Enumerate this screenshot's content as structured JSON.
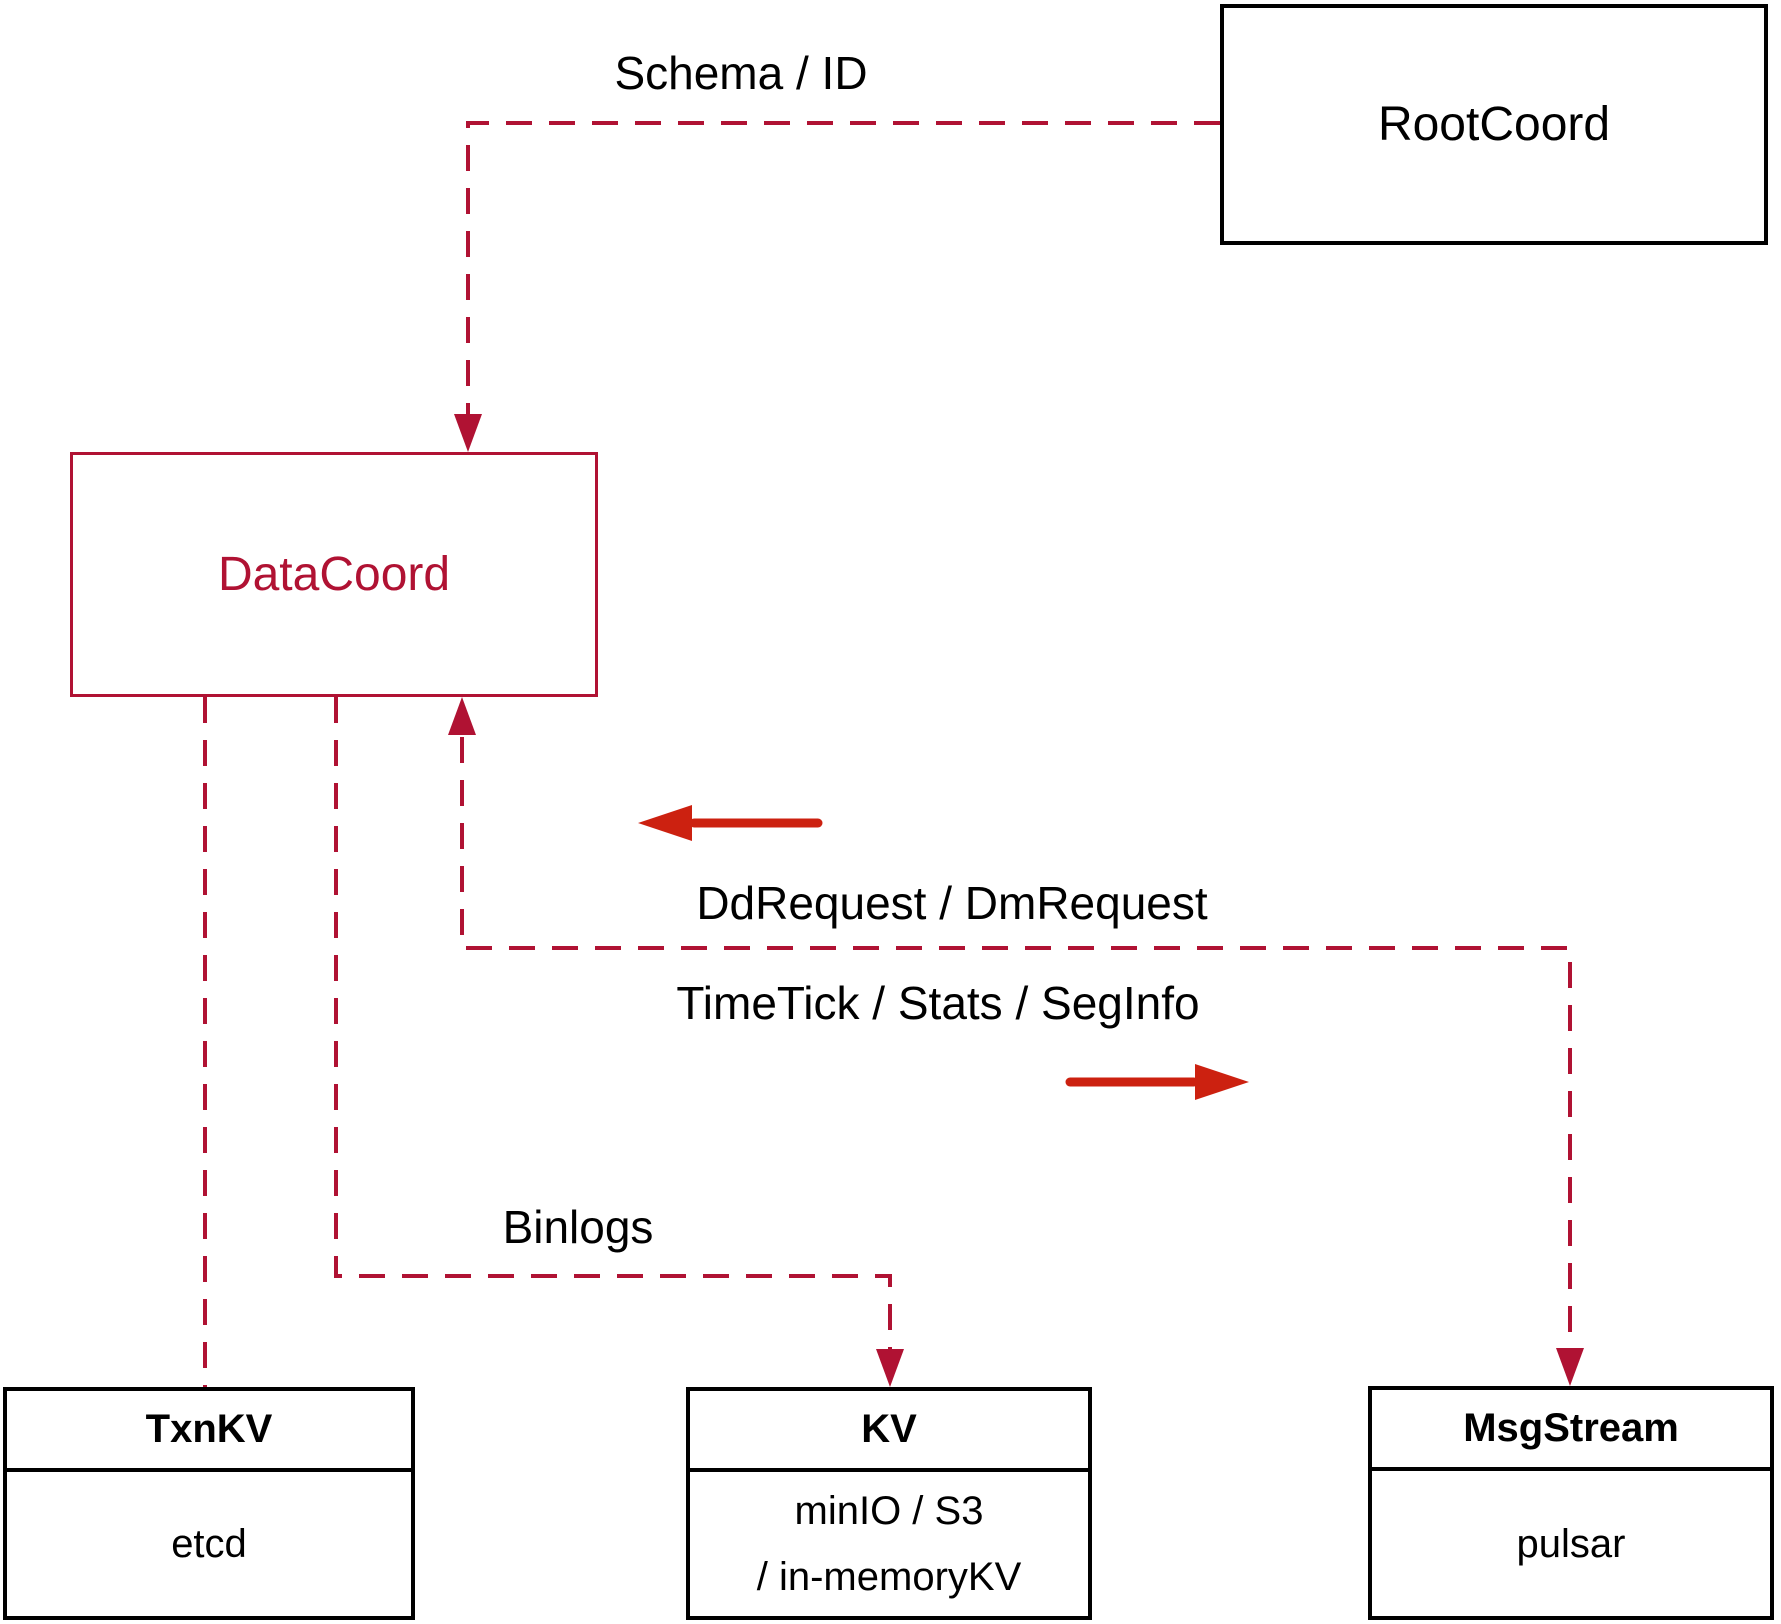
{
  "diagram": {
    "colors": {
      "line_red": "#b01233",
      "arrow_red": "#cc2110",
      "box_black": "#000000",
      "background": "#ffffff"
    },
    "nodes": {
      "rootcoord": {
        "label": "RootCoord"
      },
      "datacoord": {
        "label": "DataCoord"
      },
      "txnkv": {
        "title": "TxnKV",
        "body": "etcd"
      },
      "kv": {
        "title": "KV",
        "body_line1": "minIO / S3",
        "body_line2": "/ in-memoryKV"
      },
      "msgstream": {
        "title": "MsgStream",
        "body": "pulsar"
      }
    },
    "edges": {
      "schema_id": {
        "label": "Schema / ID"
      },
      "dd_request": {
        "label": "DdRequest / DmRequest"
      },
      "timetick": {
        "label": "TimeTick / Stats / SegInfo"
      },
      "binlogs": {
        "label": "Binlogs"
      }
    }
  }
}
